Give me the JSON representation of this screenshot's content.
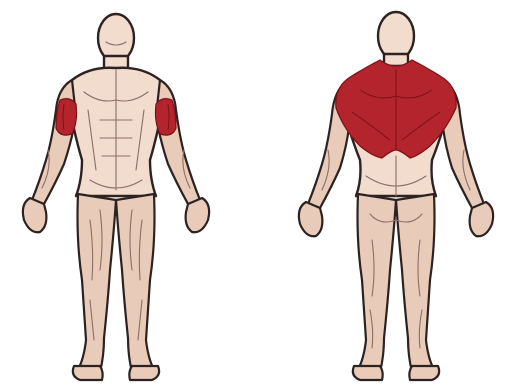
{
  "diagram": {
    "colors": {
      "background": "#ffffff",
      "skin": "#f1dccd",
      "skin_shadow": "#d7b9a6",
      "outline": "#2c2222",
      "muscle_line": "#8e6e66",
      "highlight": "#b3242c",
      "highlight_dark": "#7d1116"
    },
    "figures": [
      {
        "view": "front",
        "highlighted_muscles": [
          "left-biceps",
          "right-biceps"
        ]
      },
      {
        "view": "back",
        "highlighted_muscles": [
          "upper-back",
          "latissimus-dorsi"
        ]
      }
    ]
  }
}
